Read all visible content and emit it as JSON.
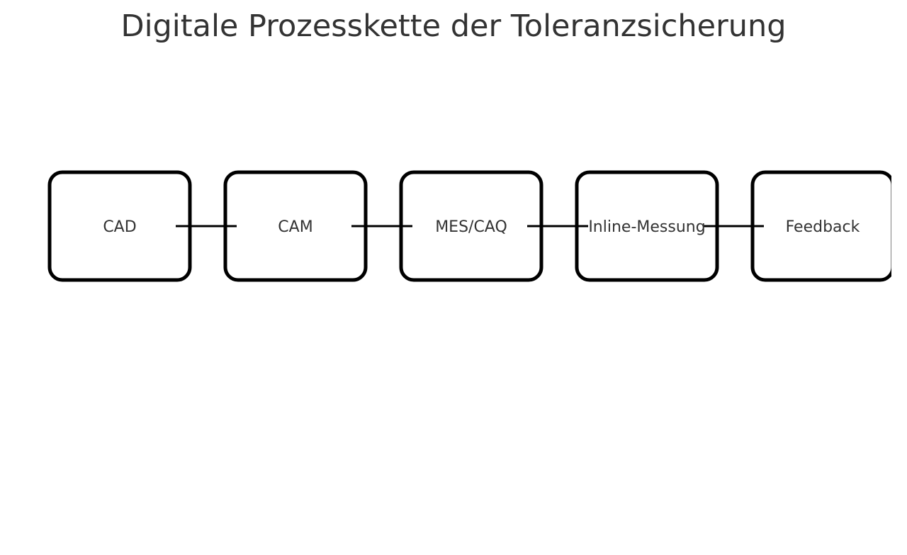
{
  "title": "Digitale Prozesskette der Toleranzsicherung",
  "nodes": [
    {
      "label": "CAD"
    },
    {
      "label": "CAM"
    },
    {
      "label": "MES/CAQ"
    },
    {
      "label": "Inline-Messung"
    },
    {
      "label": "Feedback"
    }
  ],
  "edges": [
    {
      "from": "CAD",
      "to": "CAM"
    },
    {
      "from": "CAM",
      "to": "MES/CAQ"
    },
    {
      "from": "MES/CAQ",
      "to": "Inline-Messung"
    },
    {
      "from": "Inline-Messung",
      "to": "Feedback"
    }
  ],
  "colors": {
    "stroke": "#000000",
    "text": "#333333",
    "background": "#ffffff"
  }
}
